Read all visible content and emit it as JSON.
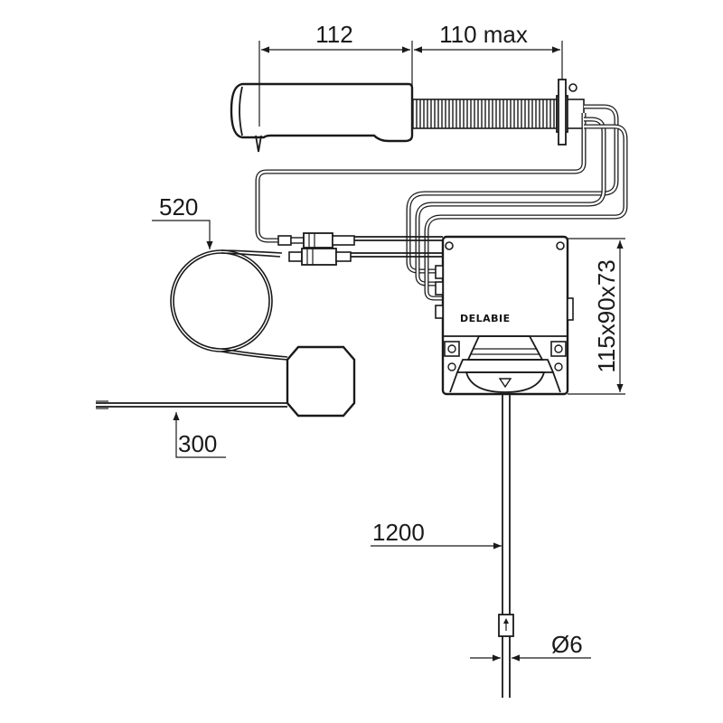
{
  "dimensions": {
    "spout_length": "112",
    "tube_length": "110 max",
    "sensor_cable": "520",
    "power_cable": "300",
    "box_size": "115x90x73",
    "hose_length": "1200",
    "hose_diameter": "Ø6"
  },
  "brand": "DELABIE"
}
